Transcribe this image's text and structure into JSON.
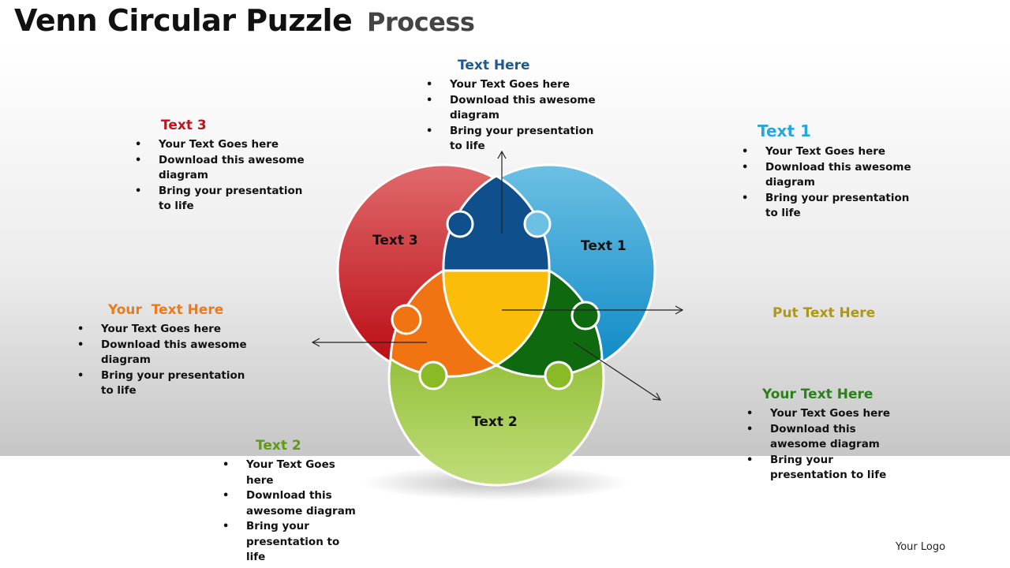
{
  "title": {
    "main": "Venn Circular Puzzle",
    "sub": "Process"
  },
  "pieces": {
    "text1": "Text 1",
    "text2": "Text 2",
    "text3": "Text 3"
  },
  "blocks": {
    "top": {
      "heading": "Text Here",
      "color": "#1f5a8c",
      "items": [
        "Your Text Goes here",
        "Download this awesome diagram",
        "Bring your presentation to life"
      ]
    },
    "text3": {
      "heading": "Text 3",
      "color": "#c0141c",
      "items": [
        "Your Text Goes here",
        "Download this awesome diagram",
        "Bring your presentation to life"
      ]
    },
    "text1": {
      "heading": "Text 1",
      "color": "#29a6d8",
      "items": [
        "Your Text Goes here",
        "Download this awesome diagram",
        "Bring your presentation to life"
      ]
    },
    "left": {
      "heading": "Your  Text Here",
      "color": "#ec7a1a",
      "items": [
        "Your Text Goes here",
        "Download this awesome diagram",
        "Bring your presentation to life"
      ]
    },
    "right": {
      "heading": "Put Text Here",
      "color": "#b0980e"
    },
    "bottom_right": {
      "heading": "Your Text Here",
      "color": "#2e7d1e",
      "items": [
        "Your Text Goes here",
        "Download this awesome diagram",
        "Bring your presentation to life"
      ]
    },
    "text2": {
      "heading": "Text 2",
      "color": "#5f9a16",
      "items": [
        "Your Text Goes here",
        "Download this awesome diagram",
        "Bring your presentation to life"
      ]
    }
  },
  "colors": {
    "red": "#d0373b",
    "blue": "#2e97cc",
    "green": "#84b81f",
    "navy": "#0e4f8c",
    "orange": "#f07412",
    "dark_green": "#0f6a0f",
    "yellow": "#fbbd0a"
  },
  "logo": "Your Logo"
}
